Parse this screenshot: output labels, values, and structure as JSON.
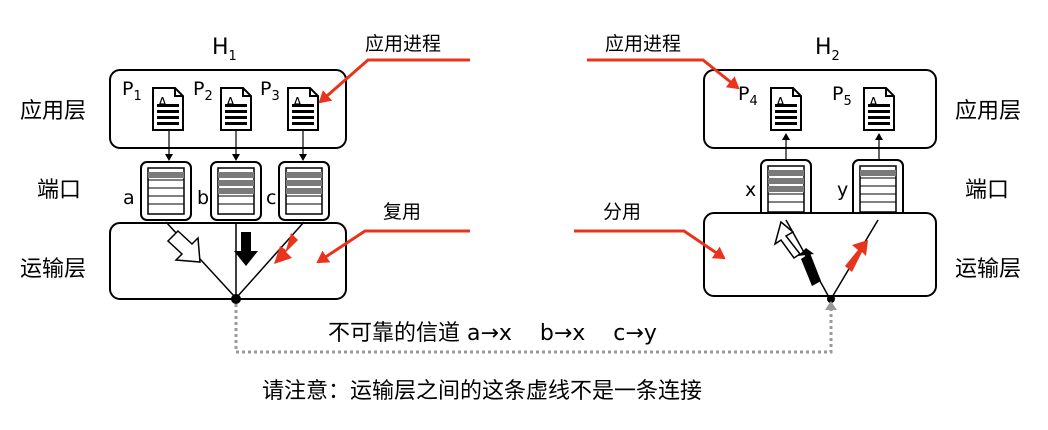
{
  "host1": {
    "name": "H",
    "subscript": "1",
    "processes": [
      {
        "letter": "P",
        "sub": "1"
      },
      {
        "letter": "P",
        "sub": "2"
      },
      {
        "letter": "P",
        "sub": "3"
      }
    ],
    "ports": [
      "a",
      "b",
      "c"
    ]
  },
  "host2": {
    "name": "H",
    "subscript": "2",
    "processes": [
      {
        "letter": "P",
        "sub": "4"
      },
      {
        "letter": "P",
        "sub": "5"
      }
    ],
    "ports": [
      "x",
      "y"
    ]
  },
  "layers": {
    "app": "应用层",
    "port": "端口",
    "transport": "运输层"
  },
  "callouts": {
    "app_process_left": "应用进程",
    "app_process_right": "应用进程",
    "mux": "复用",
    "demux": "分用"
  },
  "doc_icon_text": "A",
  "channel_label": "不可靠的信道 a→x    b→x    c→y",
  "note": "请注意：运输层之间的这条虚线不是一条连接",
  "colors": {
    "red": "#e8341c",
    "gray_stripe": "#7a7a7a",
    "dotted": "#999999"
  }
}
